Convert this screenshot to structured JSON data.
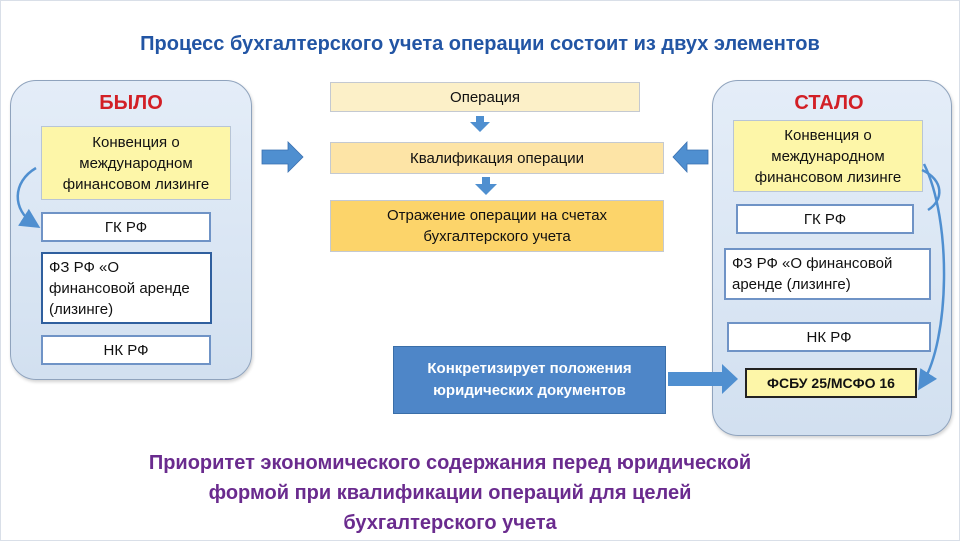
{
  "title": "Процесс  бухгалтерского учета операции состоит из двух элементов",
  "left_panel": {
    "heading": "БЫЛО",
    "convention": "Конвенция о международном финансовом лизинге",
    "gk": "ГК РФ",
    "fz": "ФЗ РФ «О финансовой аренде (лизинге)",
    "nk": "НК РФ"
  },
  "process": {
    "step1": "Операция",
    "step2": "Квалификация операции",
    "step3": "Отражение операции на счетах бухгалтерского учета"
  },
  "right_panel": {
    "heading": "СТАЛО",
    "convention": "Конвенция о международном финансовом лизинге",
    "gk": "ГК РФ",
    "fz": "ФЗ РФ «О финансовой аренде (лизинге)",
    "nk": "НК РФ",
    "fsbu": "ФСБУ 25/МСФО 16"
  },
  "concretizes": "Конкретизирует положения юридических документов",
  "footer": {
    "line1": "Приоритет экономического содержания перед юридической",
    "line2": "формой при  квалификации операций для целей",
    "line3": "бухгалтерского учета"
  },
  "colors": {
    "title": "#2255a4",
    "heading": "#d21f26",
    "footer": "#6a2b8e",
    "arrow": "#4f8fd0",
    "accent_box": "#4e86c8"
  }
}
